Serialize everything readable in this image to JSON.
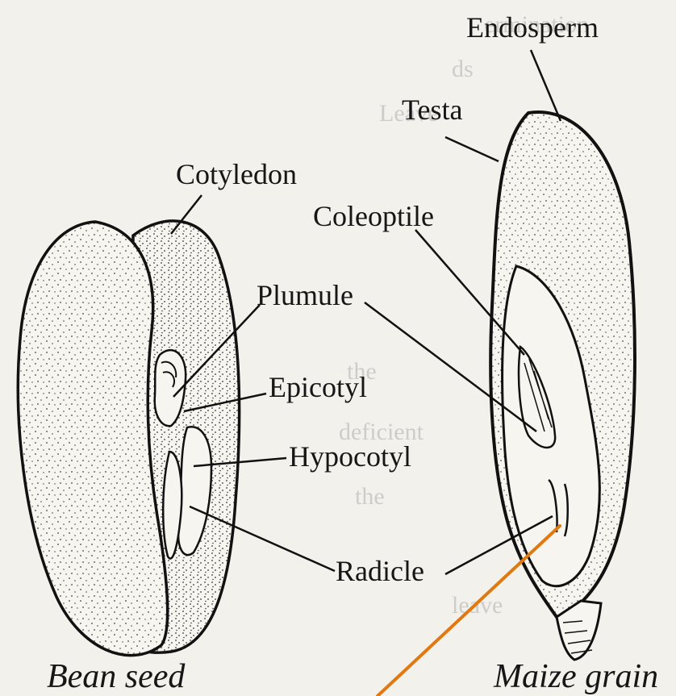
{
  "labels": {
    "endosperm": "Endosperm",
    "testa": "Testa",
    "cotyledon": "Cotyledon",
    "coleoptile": "Coleoptile",
    "plumule": "Plumule",
    "epicotyl": "Epicotyl",
    "hypocotyl": "Hypocotyl",
    "radicle": "Radicle"
  },
  "captions": {
    "bean": "Bean seed",
    "maize": "Maize grain"
  },
  "colors": {
    "ink": "#161616",
    "paper": "#f3f1ec",
    "pointer": "#e07a10"
  }
}
